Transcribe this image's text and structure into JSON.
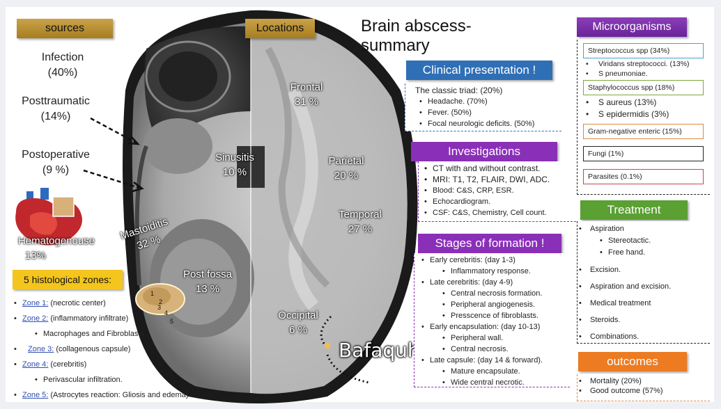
{
  "title": "Brain abscess-\nsummary",
  "title_line1": "Brain abscess-",
  "title_line2": "summary",
  "sources": {
    "header": "sources",
    "infection": "Infection",
    "infection_pct": "(40%)",
    "posttraumatic": "Posttraumatic",
    "posttraumatic_pct": "(14%)",
    "postoperative": "Postoperative",
    "postoperative_pct": "(9 %)",
    "hematogenouse": "Hematogenouse",
    "hematogenouse_pct": "13%"
  },
  "locations": {
    "header": "Locations",
    "frontal": "Frontal",
    "frontal_pct": "31 %",
    "sinusitis": "Sinusitis",
    "sinusitis_pct": "10 %",
    "parietal": "Parietal",
    "parietal_pct": "20 %",
    "temporal": "Temporal",
    "temporal_pct": "27 %",
    "mastoiditis": "Mastoiditis",
    "mastoiditis_pct": "32 %",
    "post_fossa": "Post fossa",
    "post_fossa_pct": "13 %",
    "occipital": "Occipital",
    "occipital_pct": "6 %"
  },
  "watermark": "Bafaquh",
  "zones": {
    "header": "5 histological zones:",
    "numbers": [
      "1",
      "2",
      "3",
      "4",
      "5"
    ],
    "items": [
      {
        "name": "Zone 1:",
        "desc": " (necrotic center)"
      },
      {
        "name": "Zone 2:",
        "desc": " (inflammatory infiltrate)"
      },
      {
        "sub": "Macrophages and Fibroblasts"
      },
      {
        "name": "Zone 3:",
        "desc": " (collagenous capsule)"
      },
      {
        "name": "Zone 4:",
        "desc": " (cerebritis)"
      },
      {
        "sub": "Perivascular  infiltration."
      },
      {
        "name": "Zone 5:",
        "desc": " (Astrocytes reaction: Gliosis and edema)"
      }
    ]
  },
  "clinical": {
    "header": "Clinical presentation !",
    "lead": "The classic triad: (20%)",
    "items": [
      "Headache. (70%)",
      "Fever. (50%)",
      "Focal neurologic deficits. (50%)"
    ]
  },
  "investigations": {
    "header": "Investigations",
    "items": [
      "CT with and without contrast.",
      "MRI: T1, T2, FLAIR, DWI, ADC.",
      "Blood: C&S, CRP, ESR.",
      "Echocardiogram.",
      "CSF: C&S, Chemistry, Cell count."
    ]
  },
  "stages": {
    "header": "Stages of formation !",
    "groups": [
      {
        "label": "Early cerebritis: (day 1-3)",
        "subs": [
          "Inflammatory response."
        ]
      },
      {
        "label": "Late cerebritis: (day 4-9)",
        "subs": [
          "Central necrosis formation.",
          "Peripheral angiogenesis.",
          "Presscence of fibroblasts."
        ]
      },
      {
        "label": "Early encapsulation: (day 10-13)",
        "subs": [
          "Peripheral wall.",
          "Central necrosis."
        ]
      },
      {
        "label": "Late capsule: (day 14 & forward).",
        "subs": [
          "Mature encapsulate.",
          "Wide central necrotic."
        ]
      }
    ]
  },
  "microorganisms": {
    "header": "Microorganisms",
    "strep": "Streptococcus spp (34%)",
    "strep_subs": [
      "Viridans streptococci. (13%)",
      "S pneumoniae."
    ],
    "staph": "Staphylococcus spp (18%)",
    "staph_subs": [
      "S aureus (13%)",
      "S epidermidis (3%)"
    ],
    "gram": "Gram-negative enteric  (15%)",
    "fungi": "Fungi (1%)",
    "parasites": "Parasites  (0.1%)"
  },
  "treatment": {
    "header": "Treatment",
    "aspiration": "Aspiration",
    "aspiration_subs": [
      "Stereotactic.",
      "Free hand."
    ],
    "items": [
      "Excision.",
      "Aspiration and excision.",
      "Medical treatment",
      "Steroids.",
      "Combinations."
    ]
  },
  "outcomes": {
    "header": "outcomes",
    "items": [
      "Mortality (20%)",
      "Good outcome (57%)"
    ]
  },
  "colors": {
    "gold": "#b8902e",
    "blue": "#2f6fb6",
    "purple": "#8a2fb8",
    "green": "#5aa032",
    "orange": "#ec7b21",
    "strep_border": "#4aa3c7",
    "staph_border": "#7aa83a",
    "gram_border": "#d9893a",
    "parasites_border": "#c04a4a"
  }
}
